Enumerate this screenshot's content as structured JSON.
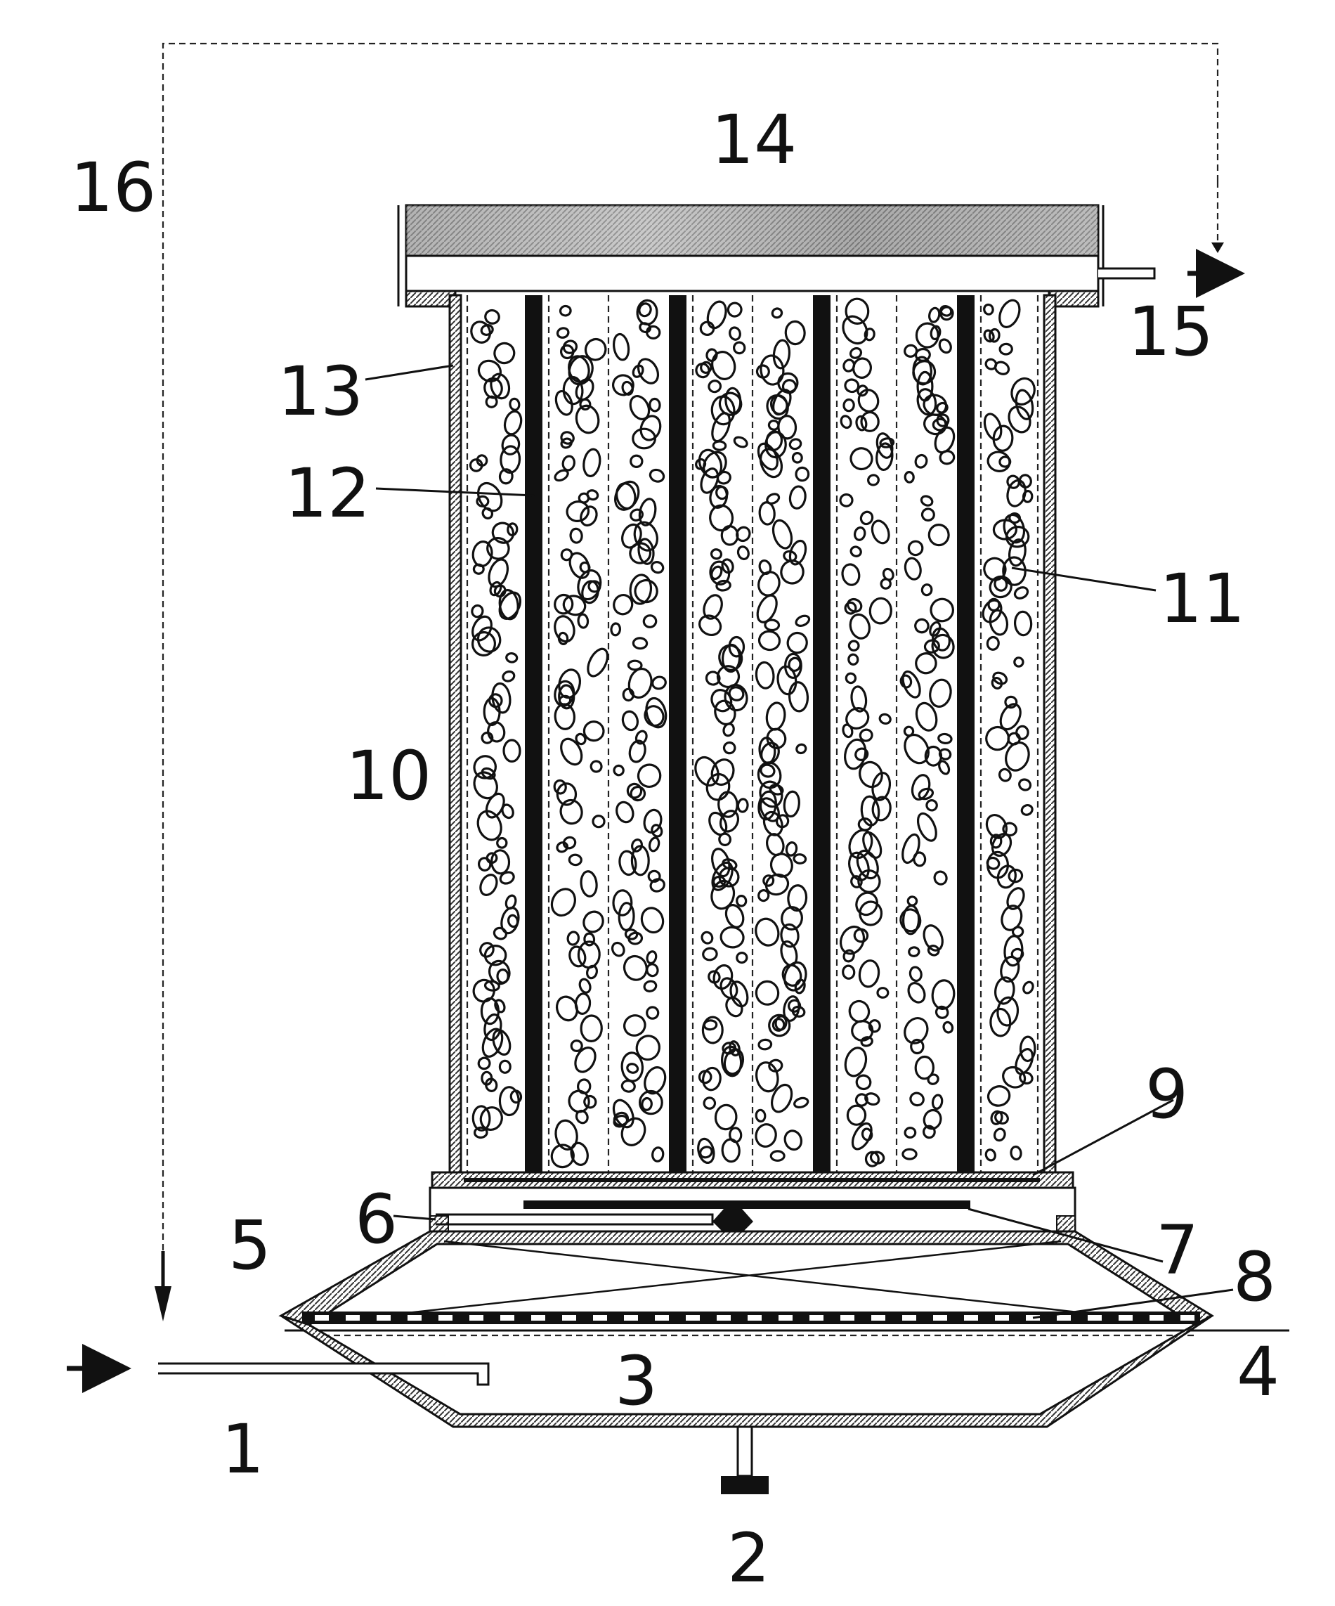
{
  "labels": {
    "inlet": "1",
    "outlet_valve": "2",
    "mixing_chamber": "3",
    "lower_plate": "4",
    "conical_hood": "5",
    "stem_pipe": "6",
    "deflector": "7",
    "upper_plate": "8",
    "support_grid": "9",
    "column": "10",
    "packing_bead": "11",
    "baffle": "12",
    "column_wall": "13",
    "top_cap": "14",
    "overflow_outlet": "15",
    "recycle_line": "16"
  },
  "colors": {
    "ink": "#111111",
    "cap_fill": "#a9a9a9",
    "cap_dark": "#7d7d7d",
    "background": "#ffffff"
  },
  "arrows": [
    "inlet-arrow",
    "outlet-arrow",
    "recycle-arrow"
  ]
}
